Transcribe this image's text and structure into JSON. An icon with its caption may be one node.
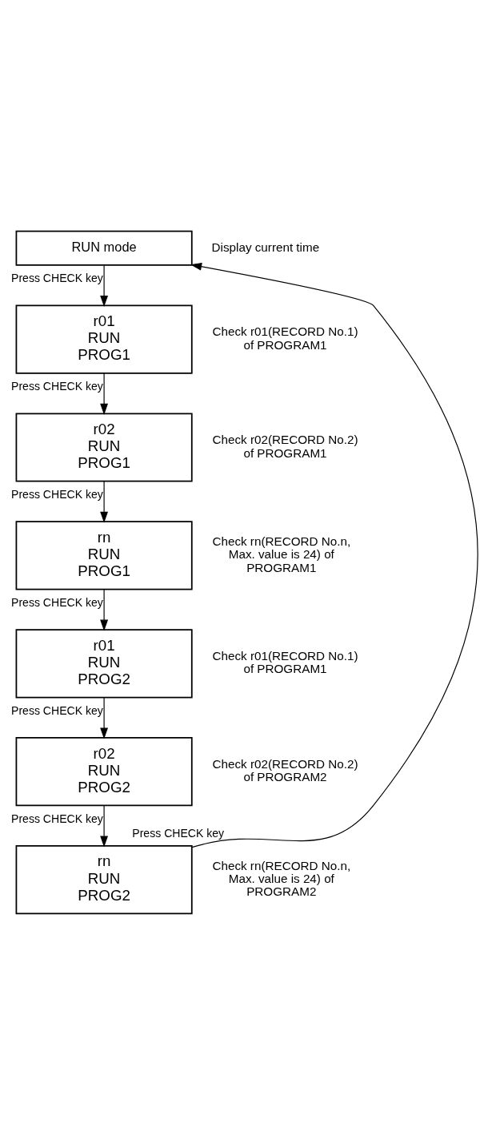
{
  "diagram": {
    "nodes": [
      {
        "text": [
          "RUN mode"
        ],
        "beside": [
          "Display current time"
        ]
      },
      {
        "text": [
          "r01",
          "RUN",
          "PROG1"
        ],
        "beside": [
          "Check r01(RECORD No.1) of PROGRAM1"
        ]
      },
      {
        "text": [
          "r02",
          "RUN",
          "PROG1"
        ],
        "beside": [
          "Check r02(RECORD No.2) of PROGRAM1"
        ]
      },
      {
        "text": [
          "rn",
          "RUN",
          "PROG1"
        ],
        "beside": [
          "Check rn(RECORD No.n, Max. value is 24) of PROGRAM1"
        ]
      },
      {
        "text": [
          "r01",
          "RUN",
          "PROG2"
        ],
        "beside": [
          "Check r01(RECORD No.1) of PROGRAM1"
        ]
      },
      {
        "text": [
          "r02",
          "RUN",
          "PROG2"
        ],
        "beside": [
          "Check r02(RECORD No.2) of PROGRAM2"
        ]
      },
      {
        "text": [
          "rn",
          "RUN",
          "PROG2"
        ],
        "beside": [
          "Check rn(RECORD No.n, Max. value is 24) of PROGRAM2"
        ]
      }
    ],
    "edges": [
      {
        "from": 0,
        "to": 1,
        "arrow": "to",
        "label": "Press CHECK key"
      },
      {
        "from": 1,
        "to": 2,
        "arrow": "to",
        "label": "Press CHECK key"
      },
      {
        "from": 2,
        "to": 3,
        "arrow": "to",
        "label": "Press CHECK key"
      },
      {
        "from": 3,
        "to": 4,
        "arrow": "to",
        "label": "Press CHECK key"
      },
      {
        "from": 4,
        "to": 5,
        "arrow": "to",
        "label": "Press CHECK key"
      },
      {
        "from": 5,
        "to": 6,
        "arrow": "to",
        "label": "Press CHECK key"
      },
      {
        "from": 6,
        "to": 0,
        "arrow": "to",
        "label": "Press CHECK key"
      }
    ]
  }
}
